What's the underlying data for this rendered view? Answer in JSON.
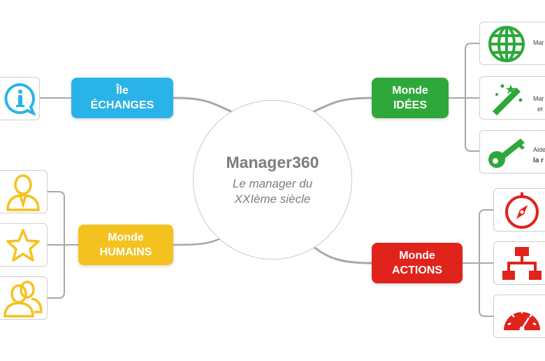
{
  "colors": {
    "echanges": "#2ab3e8",
    "idees": "#2ea83a",
    "humains": "#f4c21f",
    "actions": "#e0231b",
    "connector": "#a8a8a8"
  },
  "center": {
    "title": "Manager360",
    "subtitle_line1": "Le manager du",
    "subtitle_line2": "XXIème siècle"
  },
  "nodes": {
    "echanges": {
      "line1": "Île",
      "line2": "ÉCHANGES"
    },
    "idees": {
      "line1": "Monde",
      "line2": "IDÉES"
    },
    "humains": {
      "line1": "Monde",
      "line2": "HUMAINS"
    },
    "actions": {
      "line1": "Monde",
      "line2": "ACTIONS"
    }
  },
  "leaves": {
    "echanges": [
      {
        "icon": "info-bubble-icon"
      }
    ],
    "idees": [
      {
        "icon": "globe-icon",
        "line1": "Mar",
        "line2": ""
      },
      {
        "icon": "magic-wand-icon",
        "line1": "Mar",
        "line2": "et"
      },
      {
        "icon": "key-icon",
        "line1": "Aide",
        "line2": "la r"
      }
    ],
    "humains": [
      {
        "icon": "person-icon"
      },
      {
        "icon": "star-icon"
      },
      {
        "icon": "group-icon"
      }
    ],
    "actions": [
      {
        "icon": "compass-icon"
      },
      {
        "icon": "sitemap-icon"
      },
      {
        "icon": "speedometer-icon"
      }
    ]
  }
}
